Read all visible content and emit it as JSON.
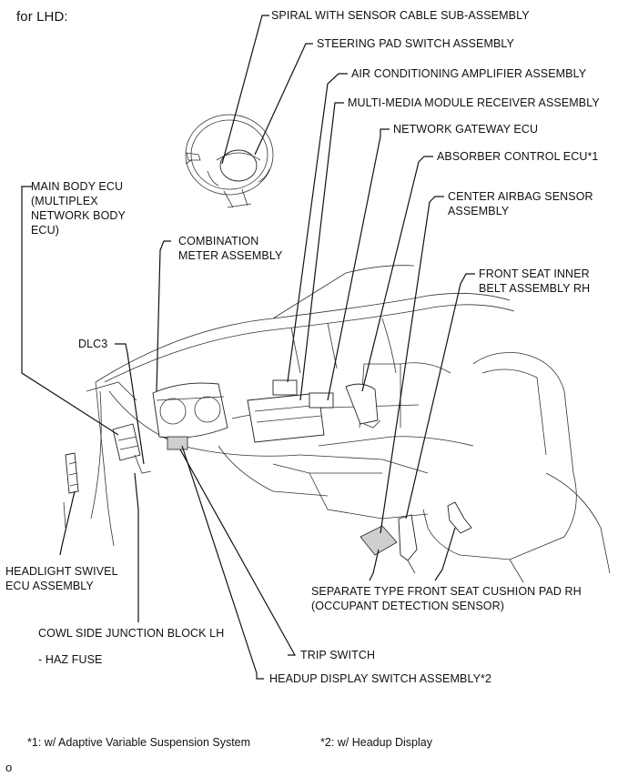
{
  "variant": "for LHD:",
  "labels": {
    "spiral": "SPIRAL WITH SENSOR CABLE SUB-ASSEMBLY",
    "steering_pad": "STEERING PAD SWITCH ASSEMBLY",
    "ac_amp": "AIR CONDITIONING AMPLIFIER ASSEMBLY",
    "multimedia": "MULTI-MEDIA MODULE RECEIVER ASSEMBLY",
    "gateway": "NETWORK GATEWAY ECU",
    "absorber": "ABSORBER CONTROL ECU*1",
    "center_airbag_1": "CENTER AIRBAG SENSOR",
    "center_airbag_2": "ASSEMBLY",
    "main_body_1": "MAIN BODY ECU",
    "main_body_2": "(MULTIPLEX",
    "main_body_3": "NETWORK BODY",
    "main_body_4": "ECU)",
    "combination_1": "COMBINATION",
    "combination_2": "METER ASSEMBLY",
    "front_belt_1": "FRONT SEAT INNER",
    "front_belt_2": "BELT ASSEMBLY RH",
    "dlc3": "DLC3",
    "headlight_1": "HEADLIGHT SWIVEL",
    "headlight_2": "ECU ASSEMBLY",
    "separate_1": "SEPARATE TYPE  FRONT SEAT CUSHION PAD RH",
    "separate_2": "(OCCUPANT DETECTION SENSOR)",
    "cowl": "COWL SIDE JUNCTION BLOCK LH",
    "haz": "- HAZ FUSE",
    "trip": "TRIP SWITCH",
    "headup": "HEADUP DISPLAY SWITCH ASSEMBLY*2"
  },
  "footnotes": {
    "note1": "*1: w/ Adaptive Variable Suspension System",
    "note2": "*2: w/ Headup Display"
  },
  "figure_code": "o"
}
